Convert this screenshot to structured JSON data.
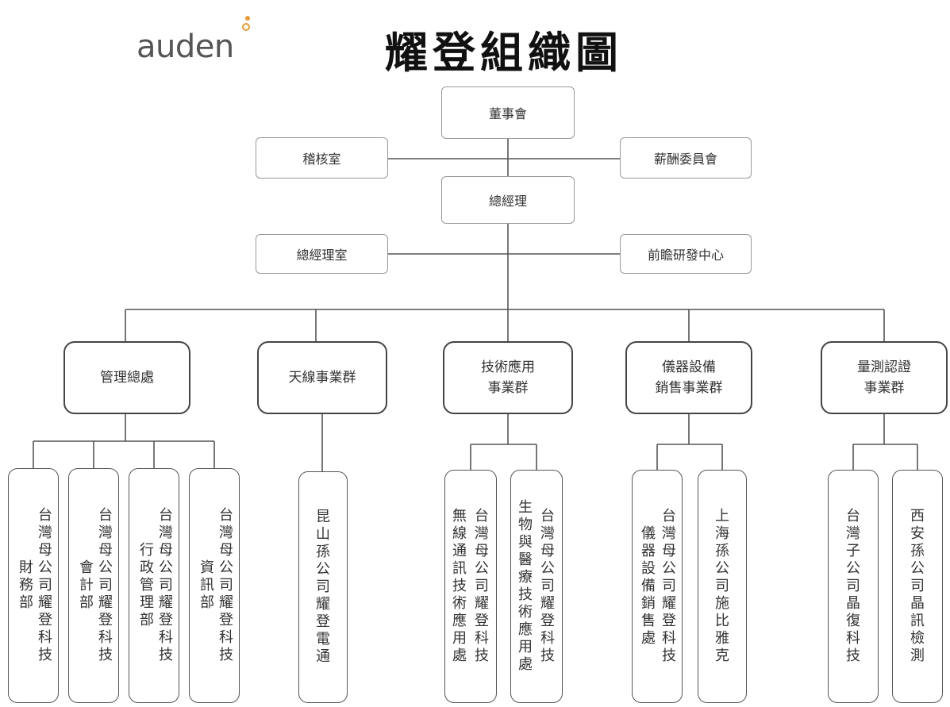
{
  "header": {
    "logo": "auden",
    "title": "耀登組織圖",
    "logo_accent": "#e69b3a"
  },
  "top": {
    "board": "董事會",
    "audit": "稽核室",
    "compensation": "薪酬委員會",
    "gm": "總經理",
    "gm_office": "總經理室",
    "rd_center": "前瞻研發中心"
  },
  "divisions": [
    {
      "label": "管理總處"
    },
    {
      "label": "天線事業群"
    },
    {
      "label": "技術應用\n事業群"
    },
    {
      "label": "儀器設備\n銷售事業群"
    },
    {
      "label": "量測認證\n事業群"
    }
  ],
  "departments": [
    {
      "text": "台灣母公司耀登科技",
      "sub": "財務部"
    },
    {
      "text": "台灣母公司耀登科技",
      "sub": "會計部"
    },
    {
      "text": "台灣母公司耀登科技",
      "sub": "行政管理部"
    },
    {
      "text": "台灣母公司耀登科技",
      "sub": "資訊部"
    },
    {
      "text": "昆山孫公司耀登電通",
      "sub": ""
    },
    {
      "text": "台灣母公司耀登科技",
      "sub": "無線通訊技術應用處"
    },
    {
      "text": "台灣母公司耀登科技",
      "sub": "生物與醫療技術應用處"
    },
    {
      "text": "台灣母公司耀登科技",
      "sub": "儀器設備銷售處"
    },
    {
      "text": "上海孫公司施比雅克",
      "sub": ""
    },
    {
      "text": "台灣子公司晶復科技",
      "sub": ""
    },
    {
      "text": "西安孫公司晶訊檢測",
      "sub": ""
    }
  ]
}
